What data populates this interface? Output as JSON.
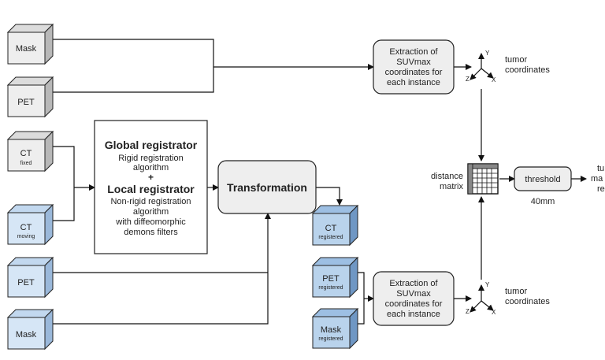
{
  "colors": {
    "gray_front": "#eeeeee",
    "gray_top": "#dcdcdc",
    "gray_side": "#b8b8b8",
    "blue_front": "#b9d3ec",
    "blue_top": "#9dbfe3",
    "blue_side": "#6f97c4",
    "light_blue_front": "#d6e6f6",
    "light_blue_top": "#c2d8ef",
    "light_blue_side": "#9ab8da",
    "process_fill": "#eeeeee",
    "stroke": "#222222"
  },
  "inputs": {
    "mask_top": "Mask",
    "pet_top": "PET",
    "ct_fixed": "CT",
    "ct_fixed_sub": "fixed",
    "ct_moving": "CT",
    "ct_moving_sub": "moving",
    "pet_bottom": "PET",
    "mask_bottom": "Mask"
  },
  "registrator": {
    "global_title": "Global registrator",
    "global_lines": [
      "Rigid registration",
      "algorithm"
    ],
    "plus": "+",
    "local_title": "Local registrator",
    "local_lines": [
      "Non-rigid registration",
      "algorithm",
      "with diffeomorphic",
      "demons filters"
    ]
  },
  "transformation": "Transformation",
  "registered": {
    "ct": "CT",
    "ct_sub": "registered",
    "pet": "PET",
    "pet_sub": "registered",
    "mask": "Mask",
    "mask_sub": "registered"
  },
  "extraction": {
    "top_lines": [
      "Extraction of",
      "SUVmax",
      "coordinates for",
      "each instance"
    ],
    "bottom_lines": [
      "Extraction of",
      "SUVmax",
      "coordinates for",
      "each instance"
    ]
  },
  "axes": {
    "y": "Y",
    "x": "X",
    "z": "Z"
  },
  "tumor_coords": {
    "top": [
      "tumor",
      "coordinates"
    ],
    "bottom": [
      "tumor",
      "coordinates"
    ]
  },
  "distance_matrix": [
    "distance",
    "matrix"
  ],
  "threshold": "threshold",
  "threshold_value": "40mm",
  "output_lines": [
    "tu",
    "ma",
    "re"
  ]
}
